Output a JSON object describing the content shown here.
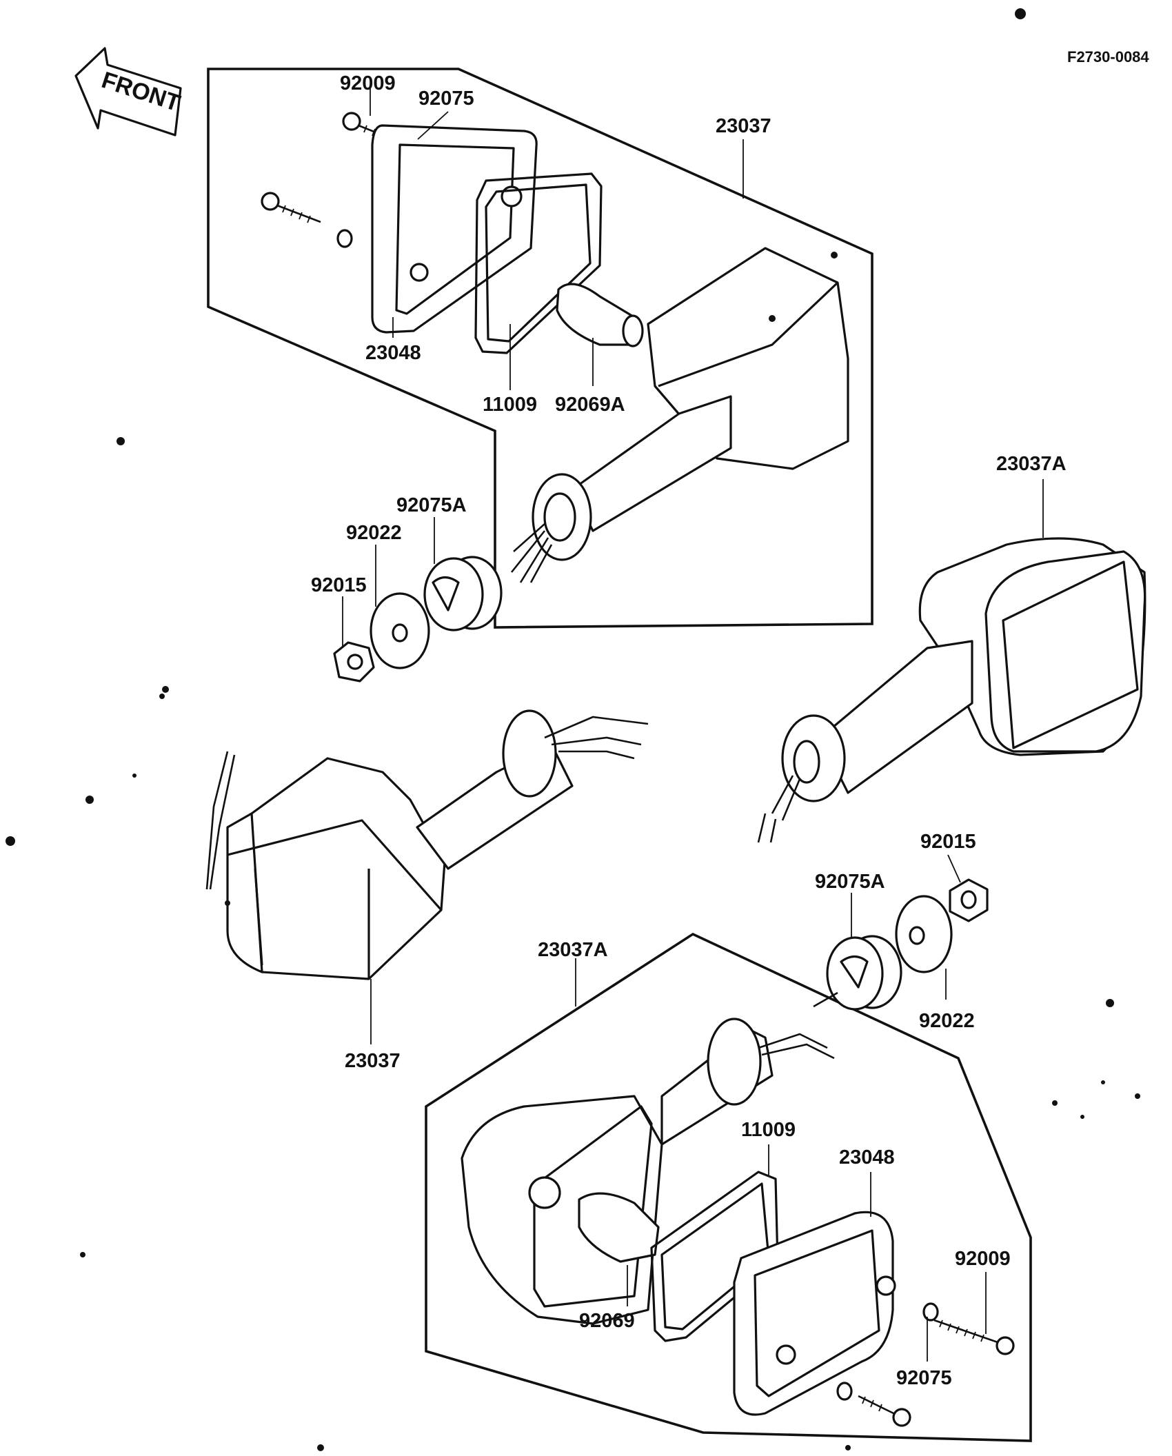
{
  "figure_code": "F2730-0084",
  "front_label": "FRONT",
  "icons": {
    "front_arrow": "front-arrow-icon",
    "turn_signal_front_left": "turn-signal-icon",
    "turn_signal_front_right": "turn-signal-icon",
    "turn_signal_rear_left": "turn-signal-icon",
    "turn_signal_rear_right": "turn-signal-icon",
    "bulb": "bulb-icon",
    "screw": "screw-icon",
    "nut": "nut-icon"
  },
  "labels": {
    "p92009_top": "92009",
    "p92075_top": "92075",
    "p23037_top": "23037",
    "p23048_top": "23048",
    "p11009_top": "11009",
    "p92069A": "92069A",
    "p92075A_left": "92075A",
    "p92022_left": "92022",
    "p92015_left": "92015",
    "p23037A_right": "23037A",
    "p23037_left": "23037",
    "p92015_right": "92015",
    "p92075A_right": "92075A",
    "p92022_right": "92022",
    "p23037A_bottom": "23037A",
    "p11009_bottom": "11009",
    "p23048_bottom": "23048",
    "p92009_bottom": "92009",
    "p92069": "92069",
    "p92075_bottom": "92075"
  }
}
